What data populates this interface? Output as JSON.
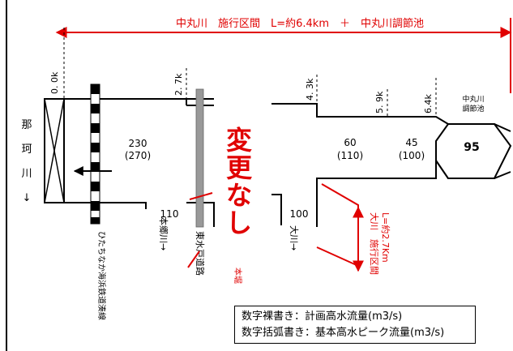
{
  "span_label": "中丸川　施行区間　L=約6.4km　＋　中丸川調節池",
  "distance_markers": [
    "0. 0k",
    "2. 7k",
    "4. 3k",
    "5. 9k",
    "6.4k"
  ],
  "pond_label_line1": "中丸川",
  "pond_label_line2": "調節池",
  "pond_flow": "95",
  "segments": [
    {
      "flow": "230",
      "peak": "(270)"
    },
    {
      "flow": "60",
      "peak": "(110)"
    },
    {
      "flow": "45",
      "peak": "(100)"
    }
  ],
  "tributaries": [
    {
      "name": "本郷川→",
      "flow": "110"
    },
    {
      "name": "大川→",
      "flow": "100"
    }
  ],
  "naka_river": [
    "那",
    "珂",
    "川",
    "↓"
  ],
  "railway": "ひたちなか海浜鉄道湊線",
  "road": "東水戸道路",
  "main_stream": "本堀",
  "no_change": [
    "変",
    "更",
    "な",
    "し"
  ],
  "okawa_section_line1": "大川　施行区間",
  "okawa_section_line2": "L=約2.7Km",
  "legend": {
    "line1": "数字裸書き：計画高水流量(m3/s)",
    "line2": "数字括弧書き：基本高水ピーク流量(m3/s)"
  },
  "colors": {
    "accent": "#e00000",
    "line": "#000000",
    "road": "#999999"
  }
}
